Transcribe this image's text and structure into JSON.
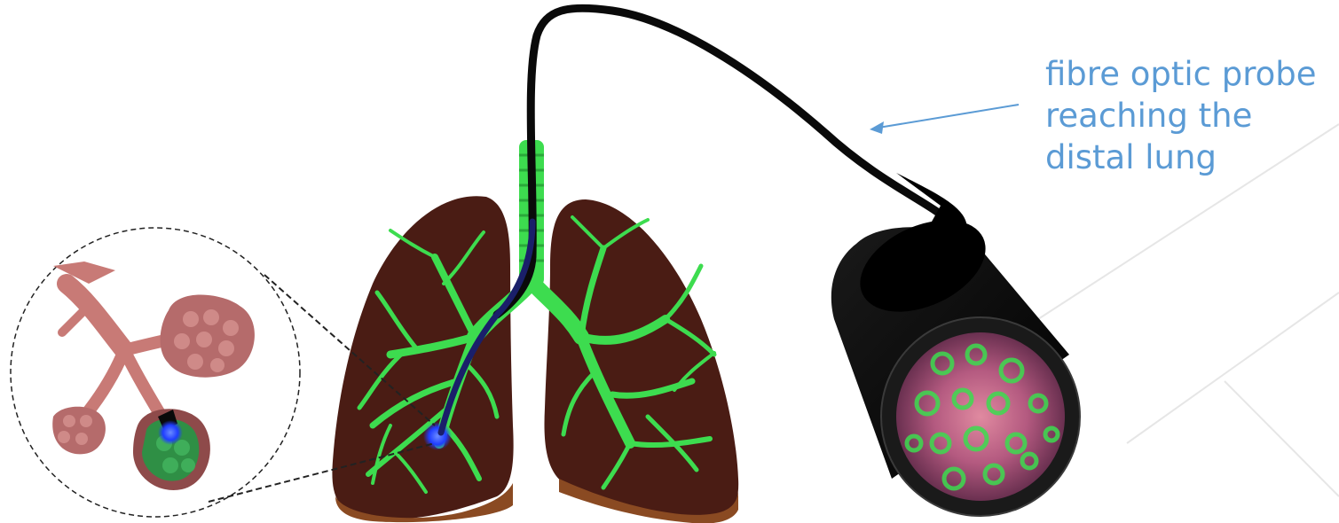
{
  "annotation": {
    "lines": [
      "fibre optic probe",
      "reaching the",
      "distal lung"
    ],
    "color": "#5b9bd5"
  },
  "colors": {
    "lung": "#4a1c14",
    "lung_base": "#8a4a22",
    "airway": "#3ddc4f",
    "probe": "#0a0a0a",
    "probe_tip": "#2244ff",
    "bronchiole": "#c87a76",
    "alveoli": "#b56b6b",
    "tumour": "#2f8f45",
    "image_field": "#b45a80"
  },
  "icons": [
    "lung-illustration",
    "zoom-inset-circle",
    "fibre-probe",
    "probe-cross-section-view"
  ]
}
